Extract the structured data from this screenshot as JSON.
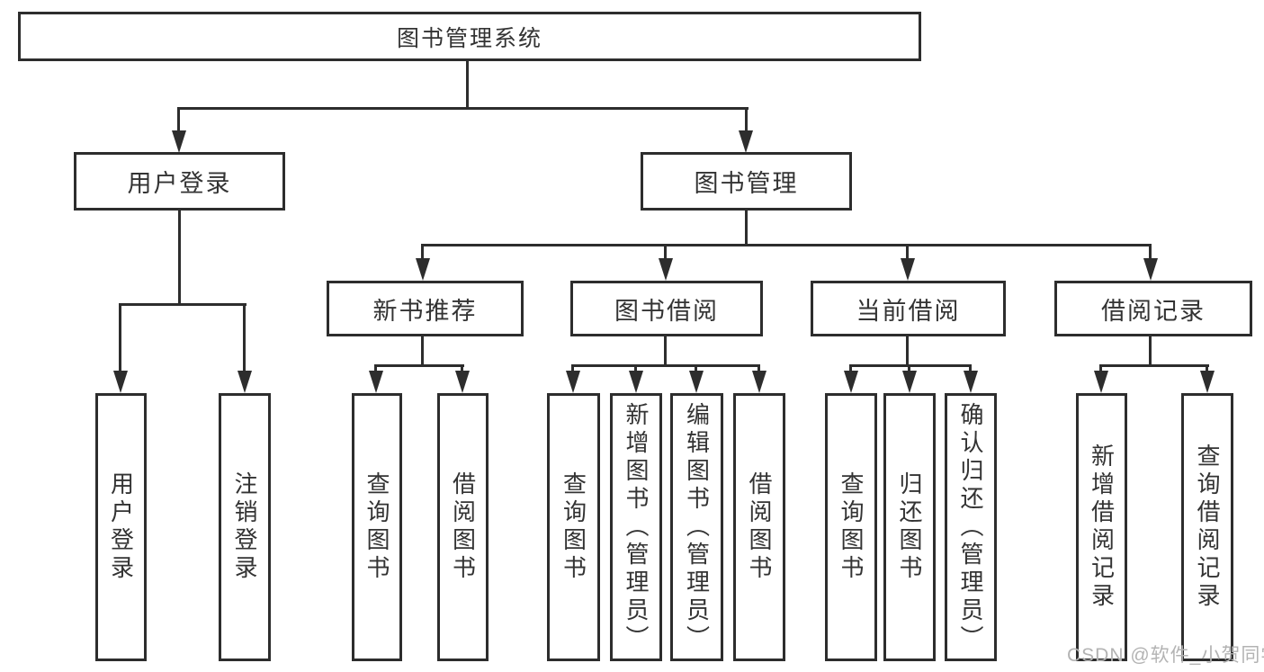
{
  "diagram": {
    "root": {
      "label": "图书管理系统"
    },
    "level2": {
      "user_login": {
        "label": "用户登录"
      },
      "book_mgmt": {
        "label": "图书管理"
      }
    },
    "level3": {
      "new_book": {
        "label": "新书推荐"
      },
      "borrow": {
        "label": "图书借阅"
      },
      "current": {
        "label": "当前借阅"
      },
      "records": {
        "label": "借阅记录"
      }
    },
    "leaves": {
      "ul_login": {
        "label": "用户登录"
      },
      "ul_logout": {
        "label": "注销登录"
      },
      "nb_query": {
        "label": "查询图书"
      },
      "nb_borrow": {
        "label": "借阅图书"
      },
      "bb_query": {
        "label": "查询图书"
      },
      "bb_add": {
        "label": "新增图书（管理员）"
      },
      "bb_edit": {
        "label": "编辑图书（管理员）"
      },
      "bb_borrow": {
        "label": "借阅图书"
      },
      "cb_query": {
        "label": "查询图书"
      },
      "cb_return": {
        "label": "归还图书"
      },
      "cb_confirm": {
        "label": "确认归还（管理员）"
      },
      "br_add": {
        "label": "新增借阅记录"
      },
      "br_query": {
        "label": "查询借阅记录"
      }
    },
    "colors": {
      "line": "#2d2d2d",
      "text": "#333333",
      "watermark": "#b3b3b3"
    },
    "watermark": "CSDN @软件_小贺同学"
  }
}
